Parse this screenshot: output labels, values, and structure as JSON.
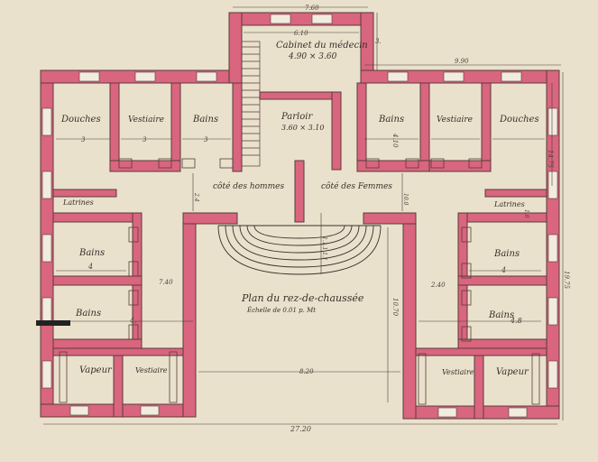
{
  "plan": {
    "title": "Plan du rez-de-chaussée",
    "scale_note": "Échelle de 0.01 p. Mt",
    "colors": {
      "paper": "#e9e1cc",
      "wall_fill": "#d9657e",
      "wall_stroke": "#5a3a3a",
      "ink": "#3a2f2a"
    },
    "rooms": {
      "cabinet_name": "Cabinet du médecin",
      "cabinet_size": "4.90 × 3.60",
      "parloir_name": "Parloir",
      "parloir_size": "3.60 × 3.10",
      "douches_left": "Douches",
      "vestiaire_left": "Vestiaire",
      "bains_top_left": "Bains",
      "bains_top_right": "Bains",
      "vestiaire_right": "Vestiaire",
      "douches_right": "Douches",
      "cote_hommes": "côté des hommes",
      "cote_femmes": "côté des Femmes",
      "latrines_left": "Latrines",
      "latrines_right": "Latrines",
      "bains_l1": "Bains",
      "bains_l2": "Bains",
      "bains_r1": "Bains",
      "bains_r2": "Bains",
      "vapeur_left": "Vapeur",
      "vestiaire_bl": "Vestiaire",
      "vestiaire_br": "Vestiaire",
      "vapeur_right": "Vapeur"
    },
    "dimensions": {
      "top_cabinet": "7.60",
      "cabinet_inner": "6.10",
      "cabinet_height": "3.",
      "right_wing_width": "9.90",
      "total_width": "27.20",
      "courtyard_width": "8.20",
      "courtyard_depth": "10.70",
      "right_height": "19.75",
      "right_outer": "14.75",
      "right_mid": "4.10",
      "steps": "1.1.1.1.1",
      "left_step": "7.40",
      "right_step": "2.40",
      "bain_l1_w": "4",
      "bain_r1_w": "4",
      "bain_l2_w": "4.",
      "bain_r2_w": "4.8",
      "douches_l": "3",
      "vest_l": "3",
      "bains_l": "3",
      "small_a": "2.4",
      "small_b": "1.0",
      "small_c": "10.0"
    }
  }
}
